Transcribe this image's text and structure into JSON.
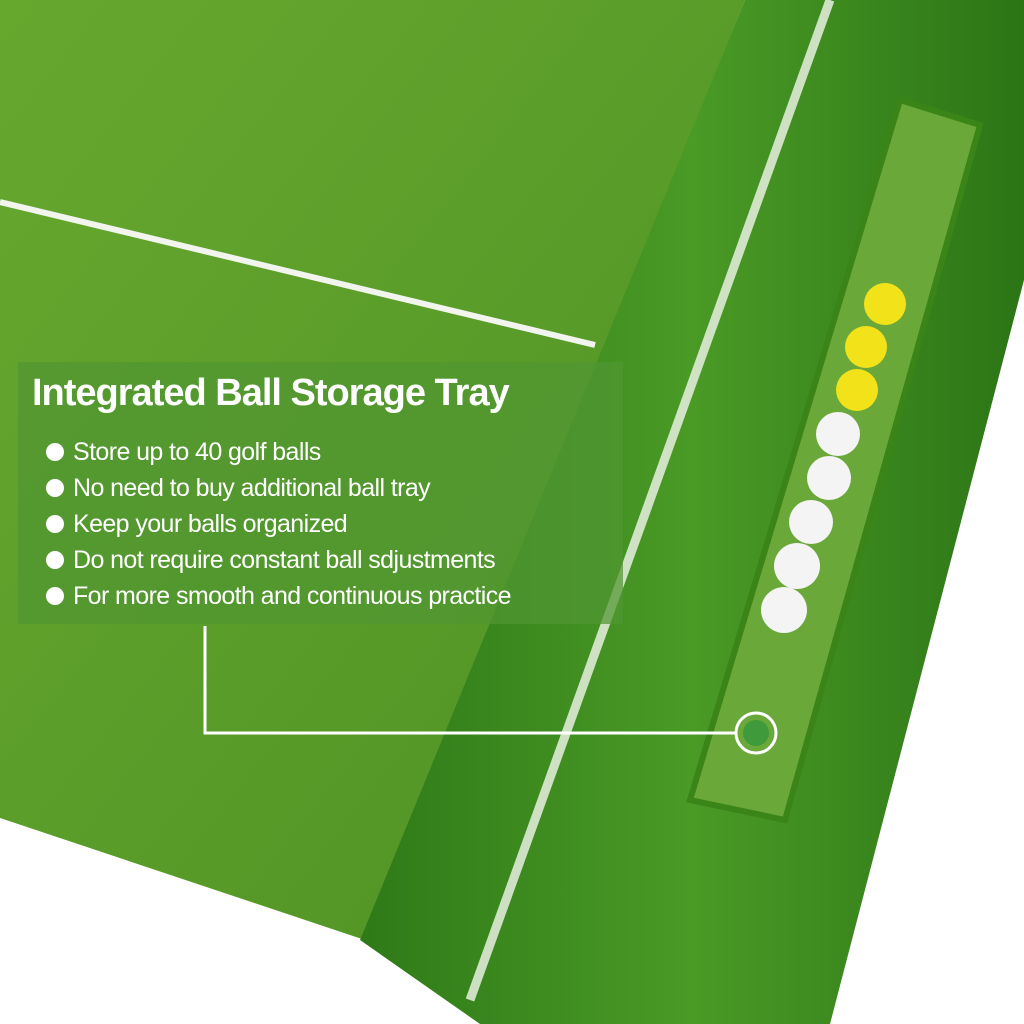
{
  "callout": {
    "title": "Integrated Ball Storage Tray",
    "features": [
      "Store up to 40 golf balls",
      "No need to buy additional ball tray",
      "Keep your balls organized",
      "Do not require constant ball sdjustments",
      "For more smooth and continuous practice"
    ]
  },
  "colors": {
    "mat": "#5c9f2a",
    "turf": "#3f8a1f",
    "tray": "#6aa83a",
    "yellow_ball": "#f2e21a",
    "white_ball": "#f4f4f4"
  }
}
